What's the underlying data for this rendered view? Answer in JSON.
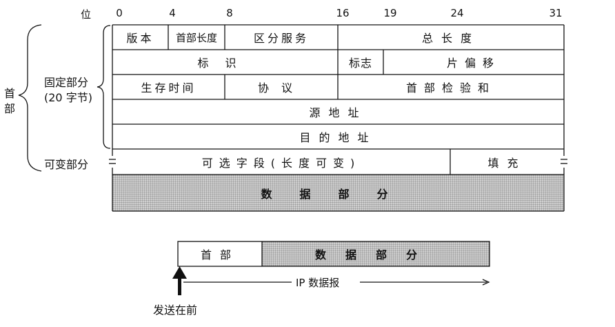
{
  "header": {
    "wei": "位",
    "bits": [
      "0",
      "4",
      "8",
      "16",
      "19",
      "24",
      "31"
    ]
  },
  "side": {
    "shoubu_1": "首",
    "shoubu_2": "部",
    "fixed_1": "固定部分",
    "fixed_2": "(20 字节)",
    "variable": "可变部分"
  },
  "rows": {
    "version": "版本",
    "ihl": "首部长度",
    "tos": "区分服务",
    "total_length": "总长度",
    "identification": "标识",
    "flags": "标志",
    "fragment_offset": "片偏移",
    "ttl": "生存时间",
    "protocol": "协议",
    "checksum": "首部检验和",
    "src": "源地址",
    "dst": "目的地址",
    "options": "可选字段(长度可变)",
    "padding": "填充",
    "data": "数据部分"
  },
  "datagram": {
    "header": "首部",
    "data": "数据部分",
    "arrow_label": "IP 数据报",
    "send_first": "发送在前"
  }
}
